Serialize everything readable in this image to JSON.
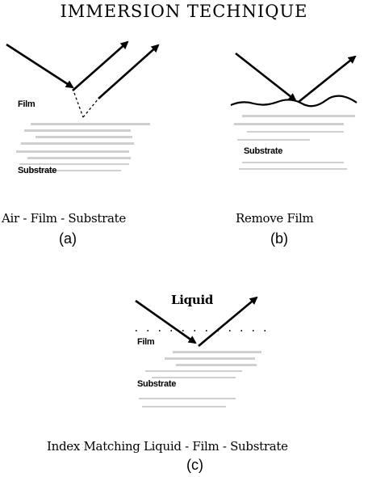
{
  "title": "IMMERSION TECHNIQUE",
  "panel_a": {
    "film_label": "Film",
    "substrate_label": "Substrate",
    "caption": "Air - Film - Substrate",
    "letter": "(a)"
  },
  "panel_b": {
    "substrate_label": "Substrate",
    "caption": "Remove Film",
    "letter": "(b)"
  },
  "panel_c": {
    "liquid_label": "Liquid",
    "film_label": "Film",
    "substrate_label": "Substrate",
    "caption": "Index Matching Liquid - Film - Substrate",
    "letter": "(c)"
  },
  "colors": {
    "ink": "#000000",
    "stipple": "#cfcfcf",
    "background": "#ffffff"
  }
}
